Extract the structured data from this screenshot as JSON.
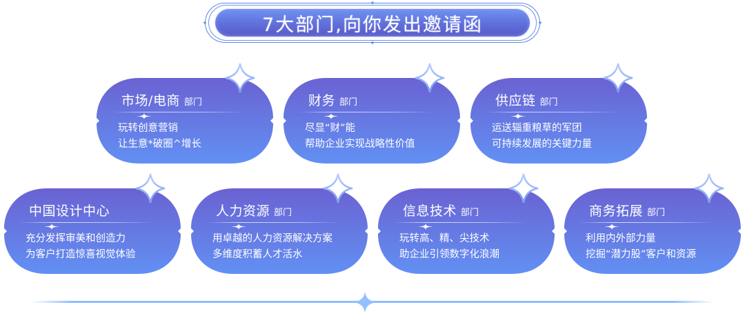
{
  "banner": {
    "title": "7大部门,向你发出邀请函"
  },
  "colors": {
    "card_top": "#6a62d2",
    "card_bottom": "#6290f3",
    "banner_top": "#6f93f2",
    "banner_bottom": "#5a58c6",
    "accent_line": "#8fbcff",
    "sparkle_border": "#a9c6ff"
  },
  "departments": [
    {
      "title": "市场/电商",
      "suffix": "部门",
      "lines": [
        "玩转创意营销",
        "让生意*破圈^增长"
      ]
    },
    {
      "title": "财务",
      "suffix": "部门",
      "lines": [
        "尽显“财”能",
        "帮助企业实现战略性价值"
      ]
    },
    {
      "title": "供应链",
      "suffix": "部门",
      "lines": [
        "运送辎重粮草的军团",
        "可持续发展的关键力量"
      ]
    },
    {
      "title": "中国设计中心",
      "suffix": "",
      "lines": [
        "充分发挥审美和创造力",
        "为客户打造惊喜视觉体验"
      ]
    },
    {
      "title": "人力资源",
      "suffix": "部门",
      "lines": [
        "用卓越的人力资源解决方案",
        "多维度积蓄人才活水"
      ]
    },
    {
      "title": "信息技术",
      "suffix": "部门",
      "lines": [
        "玩转高、精、尖技术",
        "助企业引领数字化浪潮"
      ]
    },
    {
      "title": "商务拓展",
      "suffix": "部门",
      "lines": [
        "利用内外部力量",
        "挖掘“潜力股”客户和资源"
      ]
    }
  ],
  "icons": {
    "card_corner": "sparkle-icon",
    "divider": "four-point-star-icon",
    "footer": "four-point-star-icon"
  }
}
